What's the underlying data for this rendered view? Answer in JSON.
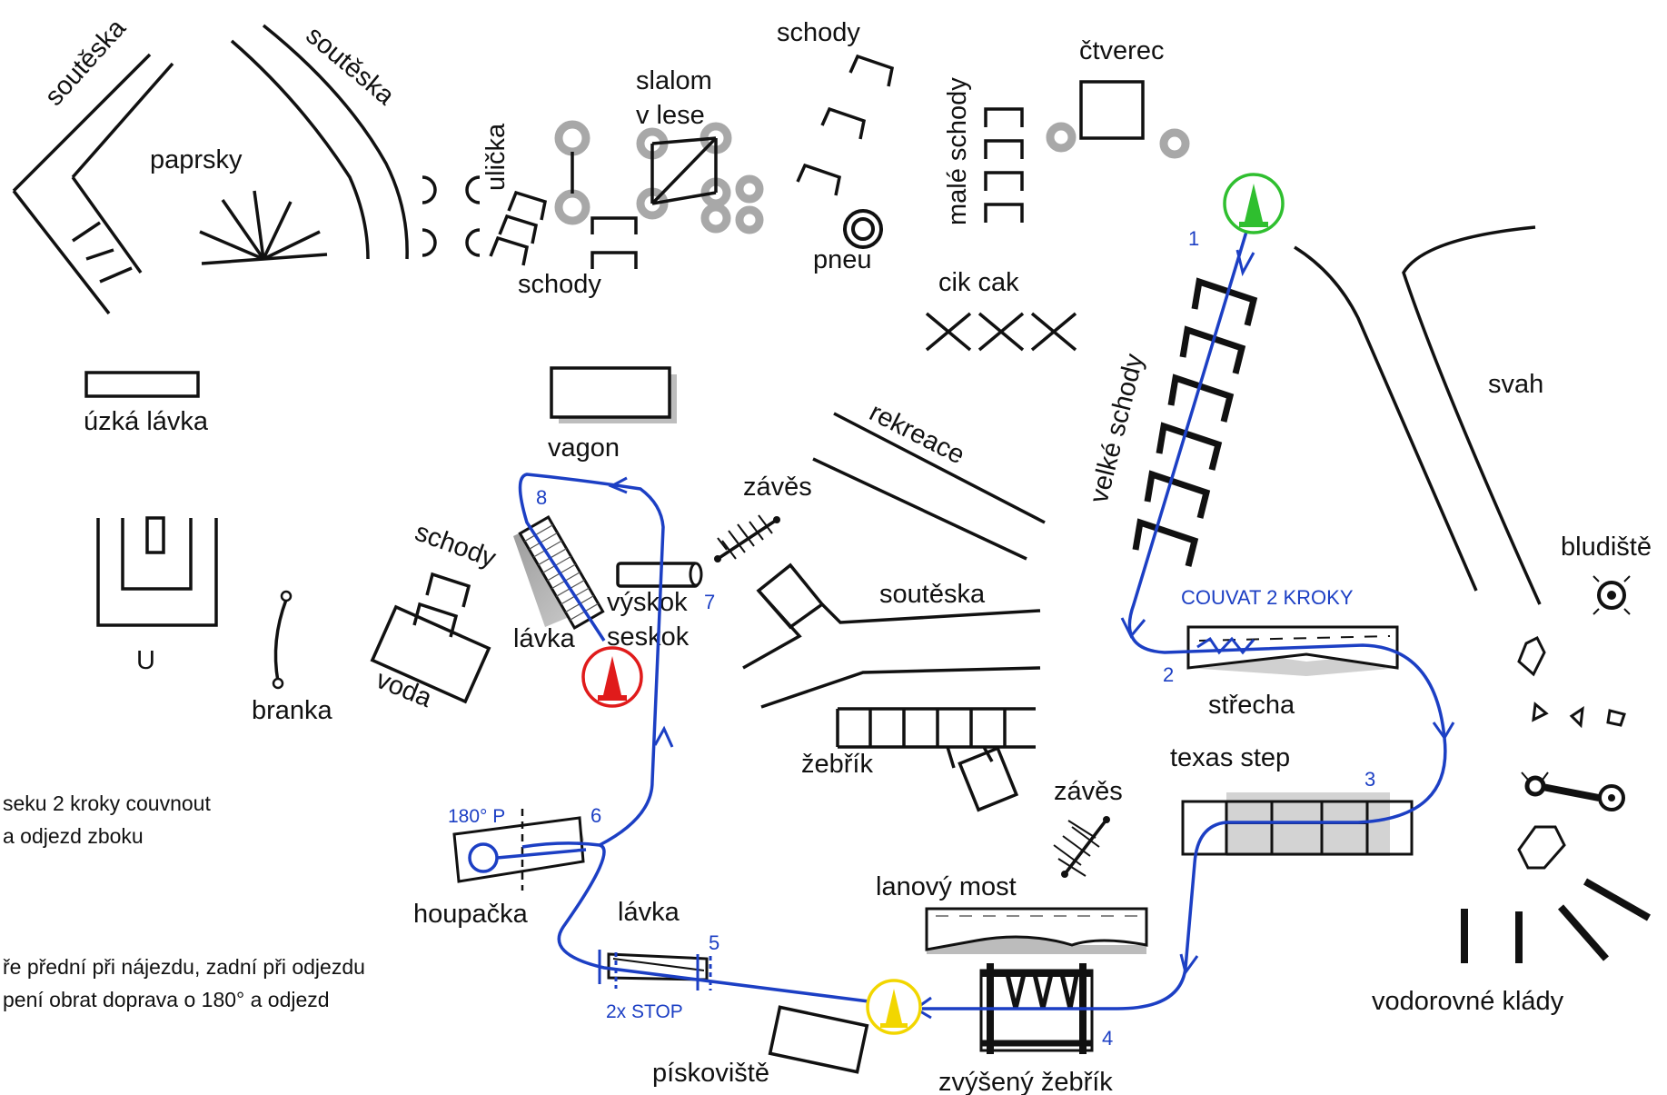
{
  "labels": {
    "soutes_left": "soutěska",
    "soutes_right": "soutěska",
    "paprsky": "paprsky",
    "ulicka": "ulička",
    "schody_top_left": "schody",
    "slalom_line1": "slalom",
    "slalom_line2": "v lese",
    "schody_top": "schody",
    "pneu": "pneu",
    "male_schody": "malé schody",
    "ctverec": "čtverec",
    "cik_cak": "cik cak",
    "uzka_lavka": "úzká lávka",
    "vagon": "vagon",
    "rekreace": "rekreace",
    "zaves_top": "závěs",
    "u": "U",
    "branka": "branka",
    "schody_mid": "schody",
    "voda": "voda",
    "lavka_mid": "lávka",
    "vyskok": "výskok",
    "seskok": "seskok",
    "soutes_mid": "soutěska",
    "zebrik": "žebřík",
    "velke_schody": "velké schody",
    "svah": "svah",
    "bludiste": "bludiště",
    "strecha": "střecha",
    "texas_step": "texas step",
    "zaves_bottom": "závěs",
    "lanovy_most": "lanový most",
    "houpacka": "houpačka",
    "lavka_bottom": "lávka",
    "piskoviste": "pískoviště",
    "zvyseny_zebrik": "zvýšený žebřík",
    "vodorovne_klady": "vodorovné klády"
  },
  "notes": {
    "line1": "seku 2 kroky couvnout",
    "line2": "a odjezd zboku",
    "line3": "ře přední při nájezdu, zadní při odjezdu",
    "line4": "pení obrat doprava o 180° a odjezd"
  },
  "route": {
    "color": "#1c3fc4",
    "step_1": "1",
    "step_2": "2",
    "step_3": "3",
    "step_4": "4",
    "step_5": "5",
    "step_6": "6",
    "step_7": "7",
    "step_8": "8",
    "couvat": "COUVAT 2 KROKY",
    "p180": "180° P",
    "stop": "2x  STOP"
  },
  "markers": {
    "start_color": "#2fbf2f",
    "finish_color": "#e01b1b",
    "mid_color": "#f2d600",
    "start_icon": "green-cone-start-icon",
    "finish_icon": "red-cone-finish-icon",
    "mid_icon": "yellow-cone-icon"
  }
}
